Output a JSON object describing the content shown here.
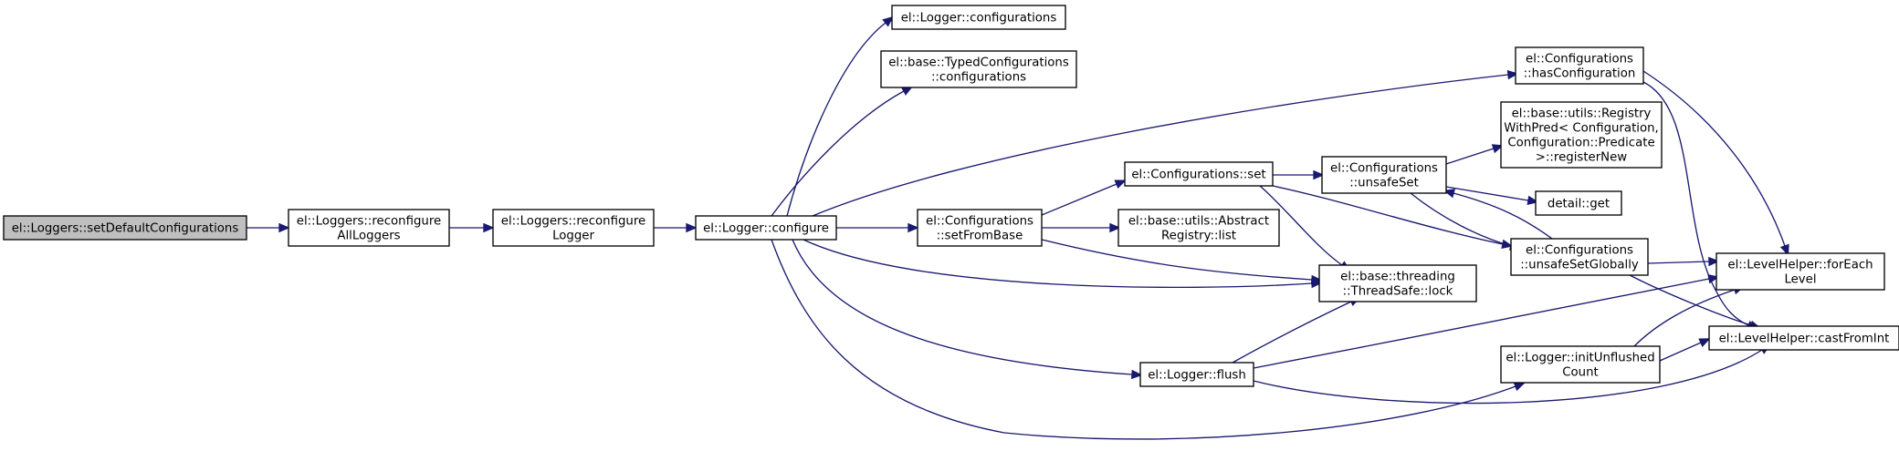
{
  "diagram": {
    "edge_color": "#191970",
    "root_fill": "#bfbfbf",
    "nodes": [
      {
        "id": "setDefault",
        "lines": [
          "el::Loggers::setDefaultConfigurations"
        ],
        "root": true
      },
      {
        "id": "reconfAll",
        "lines": [
          "el::Loggers::reconfigure",
          "AllLoggers"
        ]
      },
      {
        "id": "reconfLogger",
        "lines": [
          "el::Loggers::reconfigure",
          "Logger"
        ]
      },
      {
        "id": "configure",
        "lines": [
          "el::Logger::configure"
        ]
      },
      {
        "id": "loggerConfigs",
        "lines": [
          "el::Logger::configurations"
        ]
      },
      {
        "id": "typedConfigs",
        "lines": [
          "el::base::TypedConfigurations",
          "::configurations"
        ]
      },
      {
        "id": "setFromBase",
        "lines": [
          "el::Configurations",
          "::setFromBase"
        ]
      },
      {
        "id": "confSet",
        "lines": [
          "el::Configurations::set"
        ]
      },
      {
        "id": "abstractList",
        "lines": [
          "el::base::utils::Abstract",
          "Registry::list"
        ]
      },
      {
        "id": "lock",
        "lines": [
          "el::base::threading",
          "::ThreadSafe::lock"
        ]
      },
      {
        "id": "flush",
        "lines": [
          "el::Logger::flush"
        ]
      },
      {
        "id": "unsafeSet",
        "lines": [
          "el::Configurations",
          "::unsafeSet"
        ]
      },
      {
        "id": "registerNew",
        "lines": [
          "el::base::utils::Registry",
          "WithPred< Configuration,",
          "Configuration::Predicate",
          ">::registerNew"
        ]
      },
      {
        "id": "detailGet",
        "lines": [
          "detail::get"
        ]
      },
      {
        "id": "unsafeSetGlobally",
        "lines": [
          "el::Configurations",
          "::unsafeSetGlobally"
        ]
      },
      {
        "id": "hasConfiguration",
        "lines": [
          "el::Configurations",
          "::hasConfiguration"
        ]
      },
      {
        "id": "initUnflushed",
        "lines": [
          "el::Logger::initUnflushed",
          "Count"
        ]
      },
      {
        "id": "forEachLevel",
        "lines": [
          "el::LevelHelper::forEach",
          "Level"
        ]
      },
      {
        "id": "castFromInt",
        "lines": [
          "el::LevelHelper::castFromInt"
        ]
      }
    ],
    "edges": [
      {
        "from": "setDefault",
        "to": "reconfAll"
      },
      {
        "from": "reconfAll",
        "to": "reconfLogger"
      },
      {
        "from": "reconfLogger",
        "to": "configure"
      },
      {
        "from": "configure",
        "to": "loggerConfigs"
      },
      {
        "from": "configure",
        "to": "typedConfigs"
      },
      {
        "from": "configure",
        "to": "hasConfiguration"
      },
      {
        "from": "configure",
        "to": "setFromBase"
      },
      {
        "from": "configure",
        "to": "lock"
      },
      {
        "from": "configure",
        "to": "flush"
      },
      {
        "from": "configure",
        "to": "initUnflushed"
      },
      {
        "from": "setFromBase",
        "to": "confSet"
      },
      {
        "from": "setFromBase",
        "to": "abstractList"
      },
      {
        "from": "setFromBase",
        "to": "lock"
      },
      {
        "from": "confSet",
        "to": "unsafeSet"
      },
      {
        "from": "confSet",
        "to": "unsafeSetGlobally"
      },
      {
        "from": "confSet",
        "to": "lock"
      },
      {
        "from": "unsafeSet",
        "to": "registerNew"
      },
      {
        "from": "unsafeSet",
        "to": "detailGet"
      },
      {
        "from": "unsafeSet",
        "to": "unsafeSetGlobally"
      },
      {
        "from": "unsafeSetGlobally",
        "to": "unsafeSet"
      },
      {
        "from": "unsafeSetGlobally",
        "to": "forEachLevel"
      },
      {
        "from": "unsafeSetGlobally",
        "to": "castFromInt"
      },
      {
        "from": "hasConfiguration",
        "to": "forEachLevel"
      },
      {
        "from": "hasConfiguration",
        "to": "castFromInt"
      },
      {
        "from": "flush",
        "to": "lock"
      },
      {
        "from": "flush",
        "to": "forEachLevel"
      },
      {
        "from": "flush",
        "to": "castFromInt"
      },
      {
        "from": "initUnflushed",
        "to": "forEachLevel"
      },
      {
        "from": "initUnflushed",
        "to": "castFromInt"
      }
    ]
  }
}
